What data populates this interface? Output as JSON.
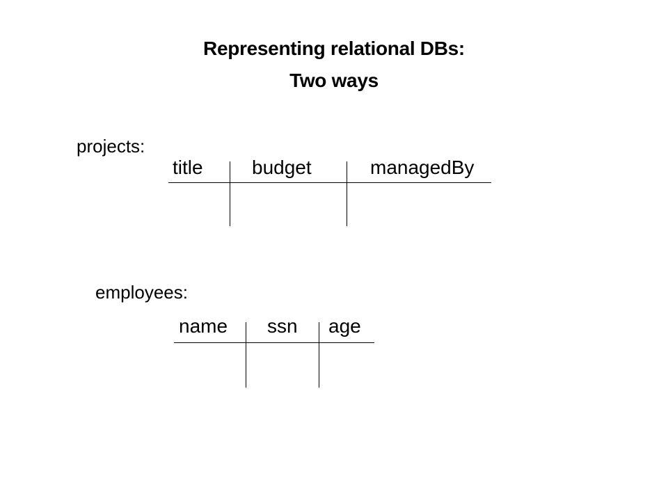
{
  "slide": {
    "title_line1": "Representing relational DBs:",
    "title_line2": "Two ways"
  },
  "tables": {
    "projects": {
      "label": "projects:",
      "columns": [
        "title",
        "budget",
        "managedBy"
      ]
    },
    "employees": {
      "label": "employees:",
      "columns": [
        "name",
        "ssn",
        "age"
      ]
    }
  }
}
